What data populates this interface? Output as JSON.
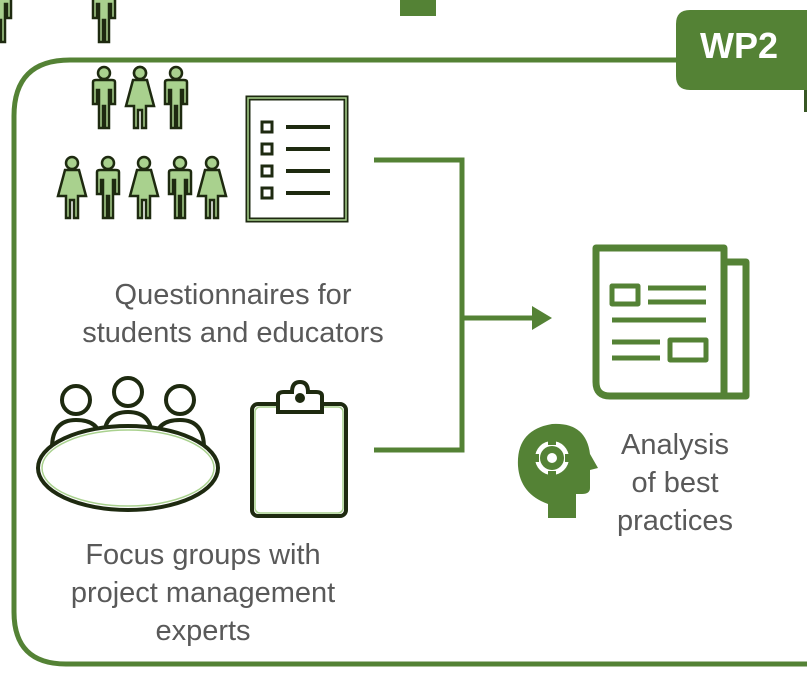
{
  "badge": {
    "label": "WP2"
  },
  "left_top": {
    "caption_line1": "Questionnaires for",
    "caption_line2": "students and educators"
  },
  "left_bottom": {
    "caption_line1": "Focus groups with",
    "caption_line2": "project management",
    "caption_line3": "experts"
  },
  "right": {
    "caption_line1": "Analysis",
    "caption_line2": "of best",
    "caption_line3": "practices"
  },
  "colors": {
    "accent": "#548235",
    "icon_dark": "#1e2a10",
    "icon_fill": "#a9d18e",
    "text": "#595959"
  },
  "icons": [
    "people-group-icon",
    "checklist-icon",
    "meeting-table-icon",
    "clipboard-icon",
    "newspaper-icon",
    "head-gear-icon"
  ]
}
